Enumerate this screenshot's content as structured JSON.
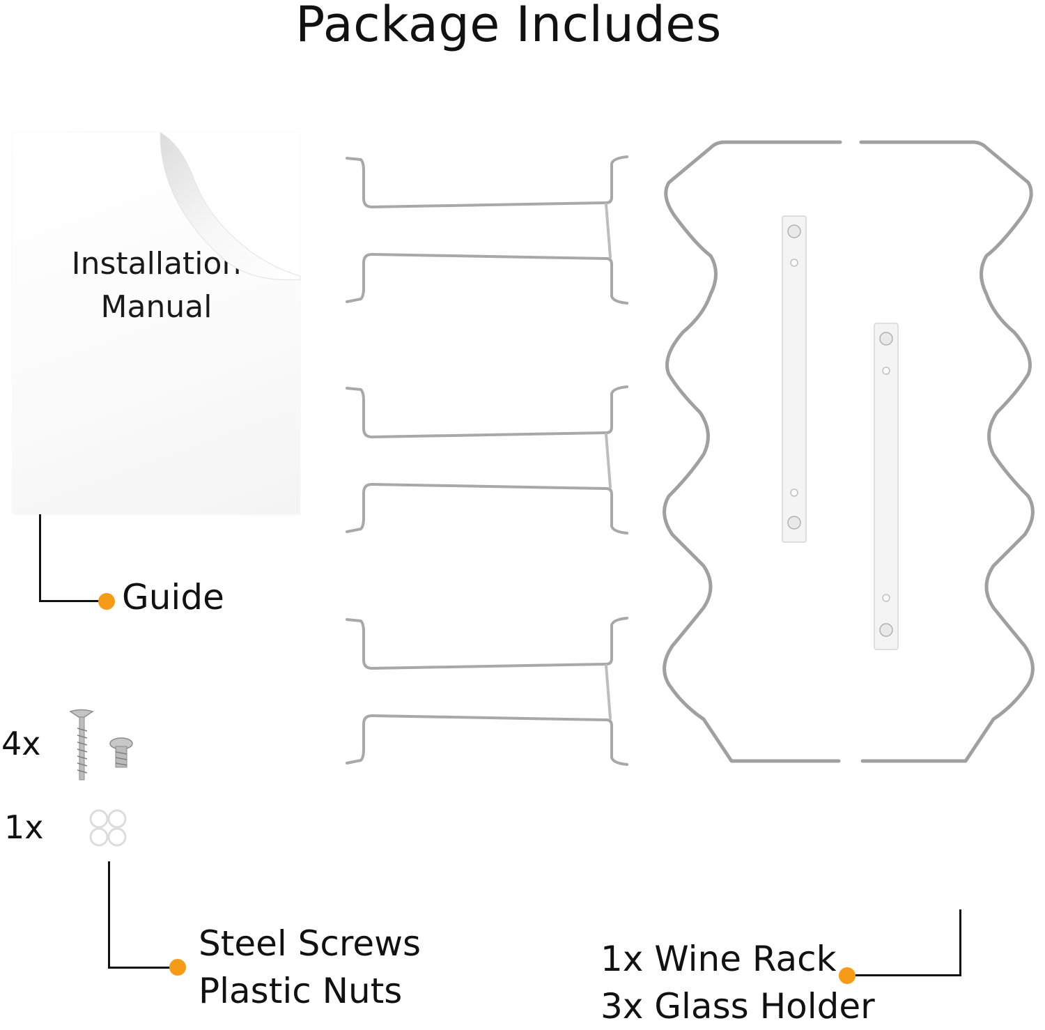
{
  "title": "Package Includes",
  "manual": {
    "line1": "Installation",
    "line2": "Manual"
  },
  "callouts": {
    "guide": "Guide",
    "screws_line1": "Steel Screws",
    "screws_line2": "Plastic Nuts",
    "rack_line1": "1x Wine Rack",
    "rack_line2": "3x Glass Holder"
  },
  "quantities": {
    "screws": "4x",
    "nuts": "1x"
  },
  "colors": {
    "accent_dot": "#f59b18",
    "wire": "#a8a8a8",
    "text": "#111111"
  },
  "icons": {
    "manual": "document-curl-icon",
    "glass_holder": "wire-glass-holder-icon",
    "wine_rack": "wire-wine-rack-icon",
    "bracket": "mounting-bracket-icon",
    "screw": "screw-icon",
    "nut": "plastic-nut-icon"
  }
}
